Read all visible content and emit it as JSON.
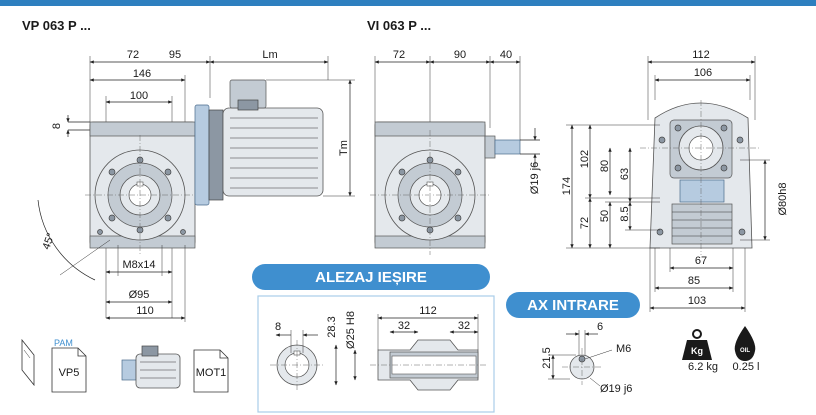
{
  "titles": {
    "vp": "VP 063 P ...",
    "vi": "VI 063 P ..."
  },
  "headers": {
    "bore": "ALEZAJ IEȘIRE",
    "input": "AX INTRARE"
  },
  "vp_dims": {
    "d72": "72",
    "d95": "95",
    "lm": "Lm",
    "d146": "146",
    "d100": "100",
    "d8": "8",
    "tm": "Tm",
    "angle": "45°",
    "m8": "M8x14",
    "d95dia": "Ø95",
    "d110": "110"
  },
  "vi_dims": {
    "d72": "72",
    "d90": "90",
    "d40": "40",
    "d19": "Ø19 j6"
  },
  "side_dims": {
    "d112": "112",
    "d106": "106",
    "d174": "174",
    "d102": "102",
    "d72": "72",
    "d80": "80",
    "d63": "63",
    "d50": "50",
    "d8_5": "8.5",
    "d80h8": "Ø80h8",
    "d67": "67",
    "d85": "85",
    "d103": "103"
  },
  "bore_dims": {
    "d8": "8",
    "d28_3": "28.3",
    "d25h8": "Ø25 H8",
    "d112": "112",
    "d32a": "32",
    "d32b": "32"
  },
  "input_dims": {
    "d6": "6",
    "d21_5": "21.5",
    "m6": "M6",
    "d19": "Ø19 j6"
  },
  "bottom_icons": {
    "pam": "PAM",
    "vp5": "VP5",
    "mot1": "MOT1"
  },
  "specs": {
    "kg_label": "Kg",
    "oil_label": "OIL",
    "weight": "6.2 kg",
    "oil": "0.25 l"
  },
  "colors": {
    "accent": "#3f8fcf",
    "frame": "#a9cde8",
    "top_bar": "#2e7fbf"
  }
}
